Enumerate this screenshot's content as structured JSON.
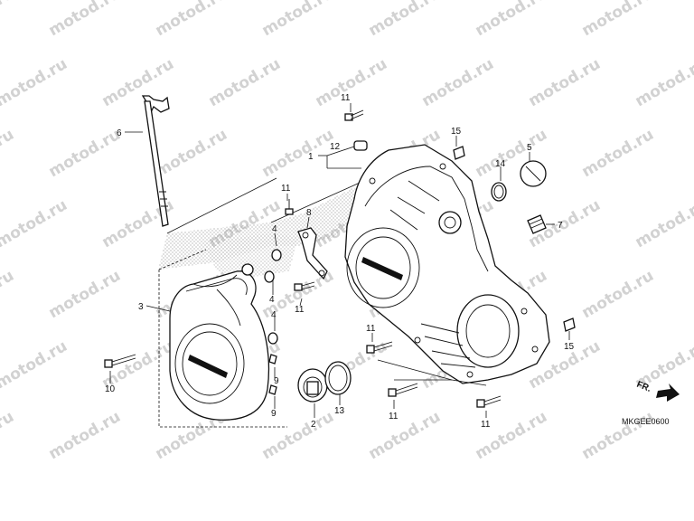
{
  "watermark": "motod.ru",
  "diagram_code": "MKGEE0600",
  "front_label": "FR.",
  "callouts": {
    "c1": "1",
    "c2": "2",
    "c3": "3",
    "c4a": "4",
    "c4b": "4",
    "c4c": "4",
    "c5": "5",
    "c6": "6",
    "c7": "7",
    "c8": "8",
    "c9a": "9",
    "c9b": "9",
    "c10": "10",
    "c11a": "11",
    "c11b": "11",
    "c11c": "11",
    "c11d": "11",
    "c11e": "11",
    "c11f": "11",
    "c12": "12",
    "c13": "13",
    "c14": "14",
    "c15a": "15",
    "c15b": "15"
  }
}
